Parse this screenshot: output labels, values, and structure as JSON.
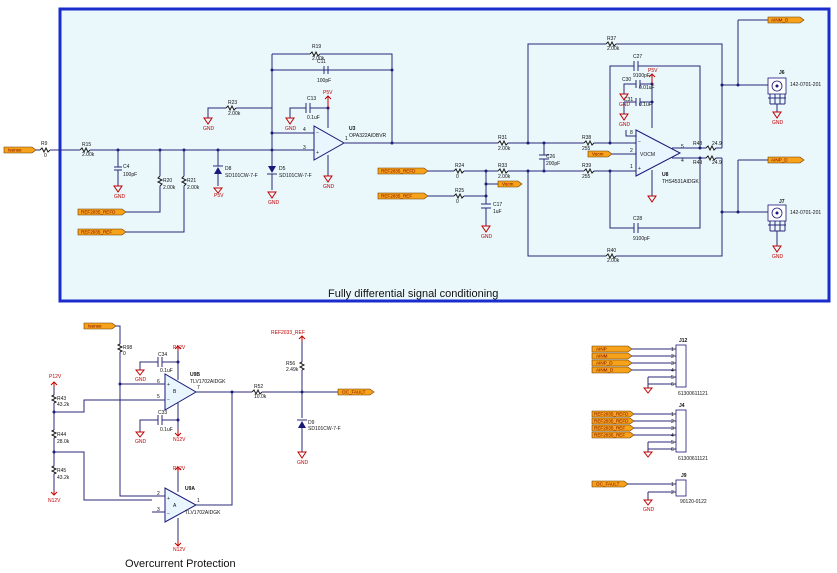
{
  "frame_caption": "Fully differential signal conditioning",
  "section_caption": "Overcurrent Protection",
  "nets": {
    "isense": "Isense",
    "ref2035_refd": "REF2035_REFD",
    "ref2035_ref": "REF2035_REF",
    "ref2033_ref": "REF2033_REF",
    "vocm": "Vocm",
    "ainp_d": "AINP_D",
    "ainm_d": "AINM_D",
    "ainp": "AINP",
    "ainm": "AINM",
    "oc_fault": "OC_FAULT",
    "p5v": "P5V",
    "p12v": "P12V",
    "n12v": "N12V",
    "gnd": "GND"
  },
  "components": {
    "r9": {
      "ref": "R9",
      "value": "0"
    },
    "r15": {
      "ref": "R15",
      "value": "2.00k"
    },
    "c4": {
      "ref": "C4",
      "value": "100pF"
    },
    "r20": {
      "ref": "R20",
      "value": "2.00k"
    },
    "r21": {
      "ref": "R21",
      "value": "2.00k"
    },
    "d8": {
      "ref": "D8",
      "value": "SD101CW-7-F"
    },
    "d5": {
      "ref": "D5",
      "value": "SD101CW-7-F"
    },
    "r19": {
      "ref": "R19",
      "value": "2.00k"
    },
    "c11": {
      "ref": "C11",
      "value": "100pF"
    },
    "r23": {
      "ref": "R23",
      "value": "2.00k"
    },
    "c13": {
      "ref": "C13",
      "value": "0.1uF"
    },
    "u3": {
      "ref": "U3",
      "value": "OPA322AIDBVR"
    },
    "r24": {
      "ref": "R24",
      "value": "0"
    },
    "r25": {
      "ref": "R25",
      "value": "0"
    },
    "r33": {
      "ref": "R33",
      "value": "2.00k"
    },
    "c17": {
      "ref": "C17",
      "value": "1uF"
    },
    "r31": {
      "ref": "R31",
      "value": "2.00k"
    },
    "c26": {
      "ref": "C26",
      "value": "200pF"
    },
    "r37": {
      "ref": "R37",
      "value": "2.00k"
    },
    "c27": {
      "ref": "C27",
      "value": "9100pF"
    },
    "c30": {
      "ref": "C30",
      "value": "0.01uF"
    },
    "c31": {
      "ref": "C31",
      "value": "0.1uF"
    },
    "r38": {
      "ref": "R38",
      "value": "255"
    },
    "r39": {
      "ref": "R39",
      "value": "255"
    },
    "r48": {
      "ref": "R48",
      "value": "24.9"
    },
    "r49": {
      "ref": "R49",
      "value": "24.9"
    },
    "u8": {
      "ref": "U8",
      "value": "THS4531AIDGK"
    },
    "c28": {
      "ref": "C28",
      "value": "9100pF"
    },
    "r40": {
      "ref": "R40",
      "value": "2.00k"
    },
    "j6": {
      "ref": "J6",
      "value": "142-0701-201"
    },
    "j7": {
      "ref": "J7",
      "value": "142-0701-201"
    },
    "r98": {
      "ref": "R98",
      "value": "0"
    },
    "c34": {
      "ref": "C34",
      "value": "0.1uF"
    },
    "c33": {
      "ref": "C33",
      "value": "0.1uF"
    },
    "u9b": {
      "ref": "U9B",
      "value": "TLV1702AIDGK"
    },
    "u9a": {
      "ref": "U9A",
      "value": "TLV1702AIDGK"
    },
    "r43": {
      "ref": "R43",
      "value": "43.2k"
    },
    "r44": {
      "ref": "R44",
      "value": "28.0k"
    },
    "r45": {
      "ref": "R45",
      "value": "43.2k"
    },
    "r52": {
      "ref": "R52",
      "value": "10.0k"
    },
    "r56": {
      "ref": "R56",
      "value": "2.49k"
    },
    "d9": {
      "ref": "D9",
      "value": "SD101CW-7-F"
    },
    "j12": {
      "ref": "J12",
      "value": "61300611121"
    },
    "j4": {
      "ref": "J4",
      "value": "61300611121"
    },
    "j9": {
      "ref": "J9",
      "value": "90120-0122"
    }
  },
  "pins": {
    "p1": "1",
    "p2": "2",
    "p3": "3",
    "p4": "4",
    "p5": "5",
    "p6": "6",
    "p7": "7",
    "p8": "8",
    "pa": "A",
    "pb": "B",
    "vocm_lbl": "VOCM"
  }
}
